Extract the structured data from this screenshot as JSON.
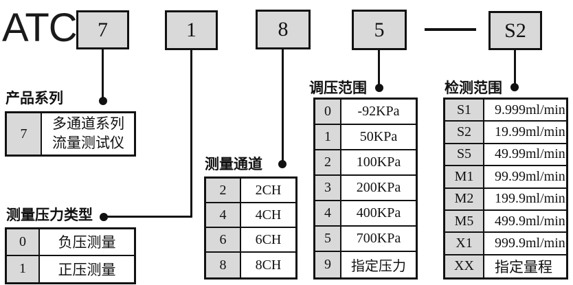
{
  "brand": "ATC",
  "model_code": {
    "boxes": [
      "7",
      "1",
      "8",
      "5",
      "S2"
    ]
  },
  "sections": {
    "product_series": {
      "label": "产品系列",
      "rows": [
        {
          "code": "7",
          "desc_lines": [
            "多通道系列",
            "流量测试仪"
          ]
        }
      ]
    },
    "pressure_type": {
      "label": "测量压力类型",
      "rows": [
        {
          "code": "0",
          "desc": "负压测量"
        },
        {
          "code": "1",
          "desc": "正压测量"
        }
      ]
    },
    "channels": {
      "label": "测量通道",
      "rows": [
        {
          "code": "2",
          "desc": "2CH"
        },
        {
          "code": "4",
          "desc": "4CH"
        },
        {
          "code": "6",
          "desc": "6CH"
        },
        {
          "code": "8",
          "desc": "8CH"
        }
      ]
    },
    "pressure_range": {
      "label": "调压范围",
      "rows": [
        {
          "code": "0",
          "desc": "-92KPa"
        },
        {
          "code": "1",
          "desc": "50KPa"
        },
        {
          "code": "2",
          "desc": "100KPa"
        },
        {
          "code": "3",
          "desc": "200KPa"
        },
        {
          "code": "4",
          "desc": "400KPa"
        },
        {
          "code": "5",
          "desc": "700KPa"
        },
        {
          "code": "9",
          "desc": "指定压力"
        }
      ]
    },
    "detection_range": {
      "label": "检测范围",
      "rows": [
        {
          "code": "S1",
          "desc": "9.999ml/min"
        },
        {
          "code": "S2",
          "desc": "19.99ml/min"
        },
        {
          "code": "S5",
          "desc": "49.99ml/min"
        },
        {
          "code": "M1",
          "desc": "99.99ml/min"
        },
        {
          "code": "M2",
          "desc": "199.9ml/min"
        },
        {
          "code": "M5",
          "desc": "499.9ml/min"
        },
        {
          "code": "X1",
          "desc": "999.9ml/min"
        },
        {
          "code": "XX",
          "desc": "指定量程"
        }
      ]
    }
  },
  "colors": {
    "background": "#ffffff",
    "box_fill": "#d9d9d9",
    "code_cell_fill": "#d9d9d9",
    "line": "#111111",
    "text": "#111111"
  }
}
